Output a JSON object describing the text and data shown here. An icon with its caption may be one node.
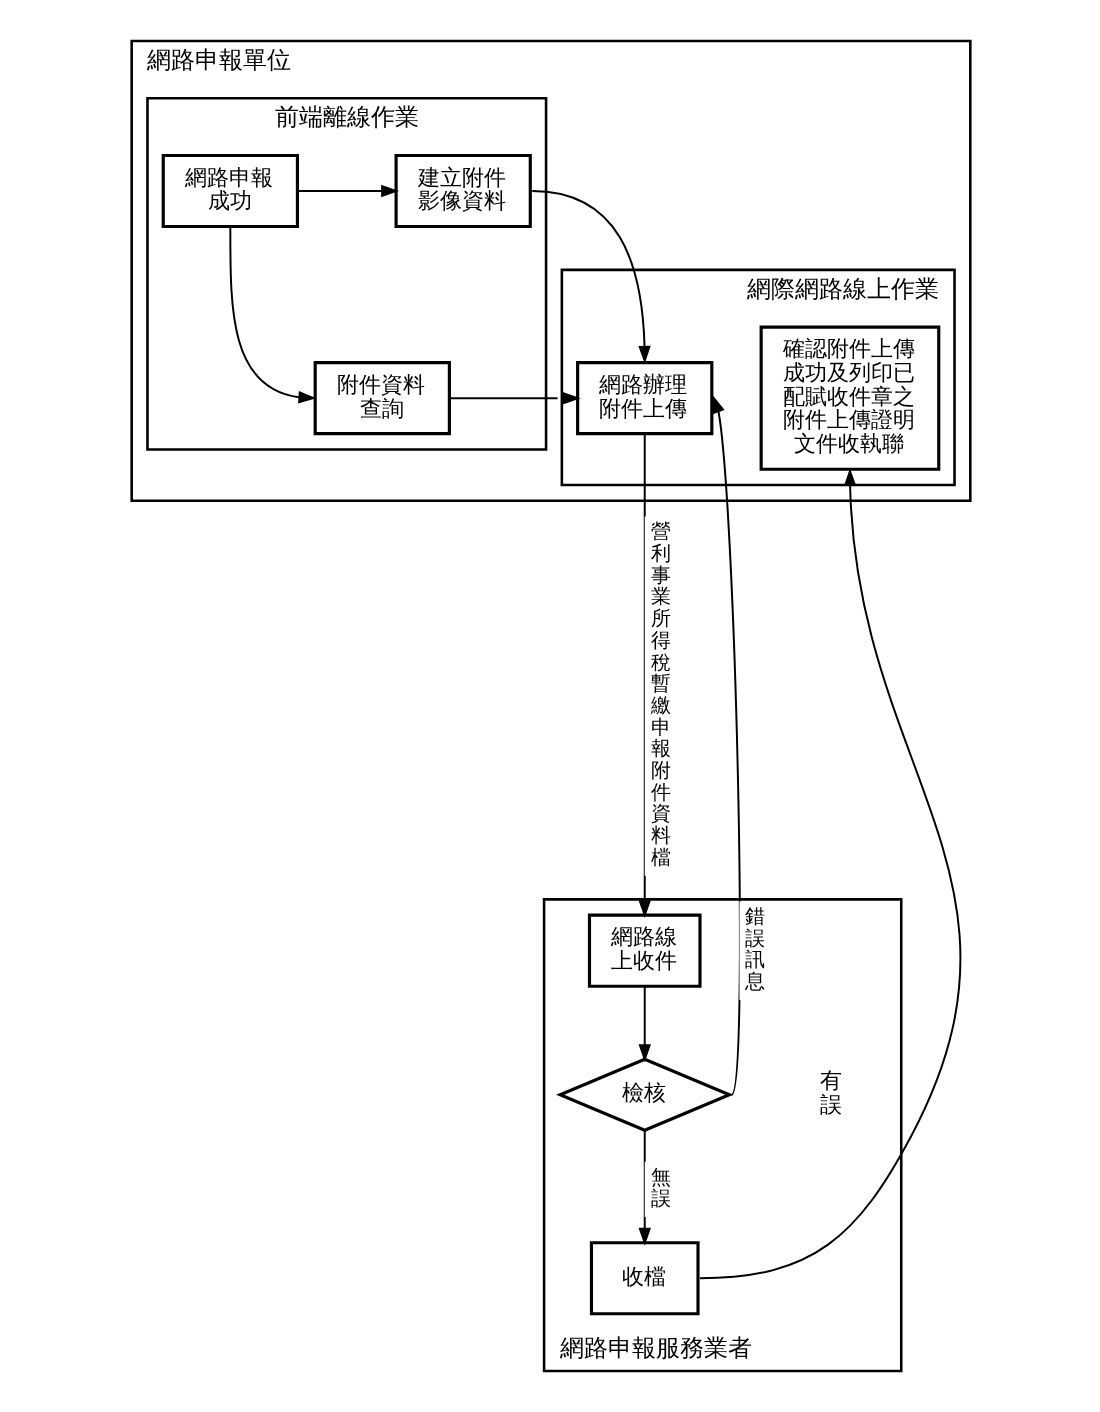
{
  "diagram": {
    "nodes": [
      {
        "text": [
          "網路申報單位"
        ]
      },
      {
        "text": [
          "前端離線作業"
        ],
        "in": 0
      },
      {
        "text": [
          "網際網路線上作業"
        ],
        "in": 0
      },
      {
        "text": [
          "網路申報成功"
        ],
        "in": 1
      },
      {
        "text": [
          "建立附件影像資料"
        ],
        "in": 1
      },
      {
        "text": [
          "附件資料查詢"
        ],
        "in": 1
      },
      {
        "text": [
          "網路辦理附件上傳"
        ],
        "in": 2
      },
      {
        "text": [
          "確認附件上傳成功及列印已配賦收件章之附件上傳證明文件收執聯"
        ],
        "in": 2
      },
      {
        "text": [
          "網路申報服務業者"
        ]
      },
      {
        "text": [
          "網路線上收件"
        ],
        "in": 8
      },
      {
        "text": [
          "檢核"
        ],
        "in": 8
      },
      {
        "text": [
          "收檔"
        ],
        "in": 8
      }
    ],
    "edges": [
      {
        "from": 3,
        "to": 4,
        "arrow": "to"
      },
      {
        "from": 3,
        "to": 5,
        "arrow": "to"
      },
      {
        "from": 4,
        "to": 6,
        "arrow": "to"
      },
      {
        "from": 5,
        "to": 6,
        "arrow": "to"
      },
      {
        "from": 6,
        "to": 9,
        "arrow": "to",
        "label": "營利事業所得稅暫繳申報附件資料檔"
      },
      {
        "from": 9,
        "to": 10,
        "arrow": "to"
      },
      {
        "from": 10,
        "to": 6,
        "arrow": "to",
        "label": "錯誤訊息"
      },
      {
        "from": 10,
        "to": 11,
        "arrow": "to",
        "label": "無誤"
      },
      {
        "from": 11,
        "to": 7,
        "arrow": "to"
      }
    ],
    "labels": [
      "有誤"
    ]
  }
}
